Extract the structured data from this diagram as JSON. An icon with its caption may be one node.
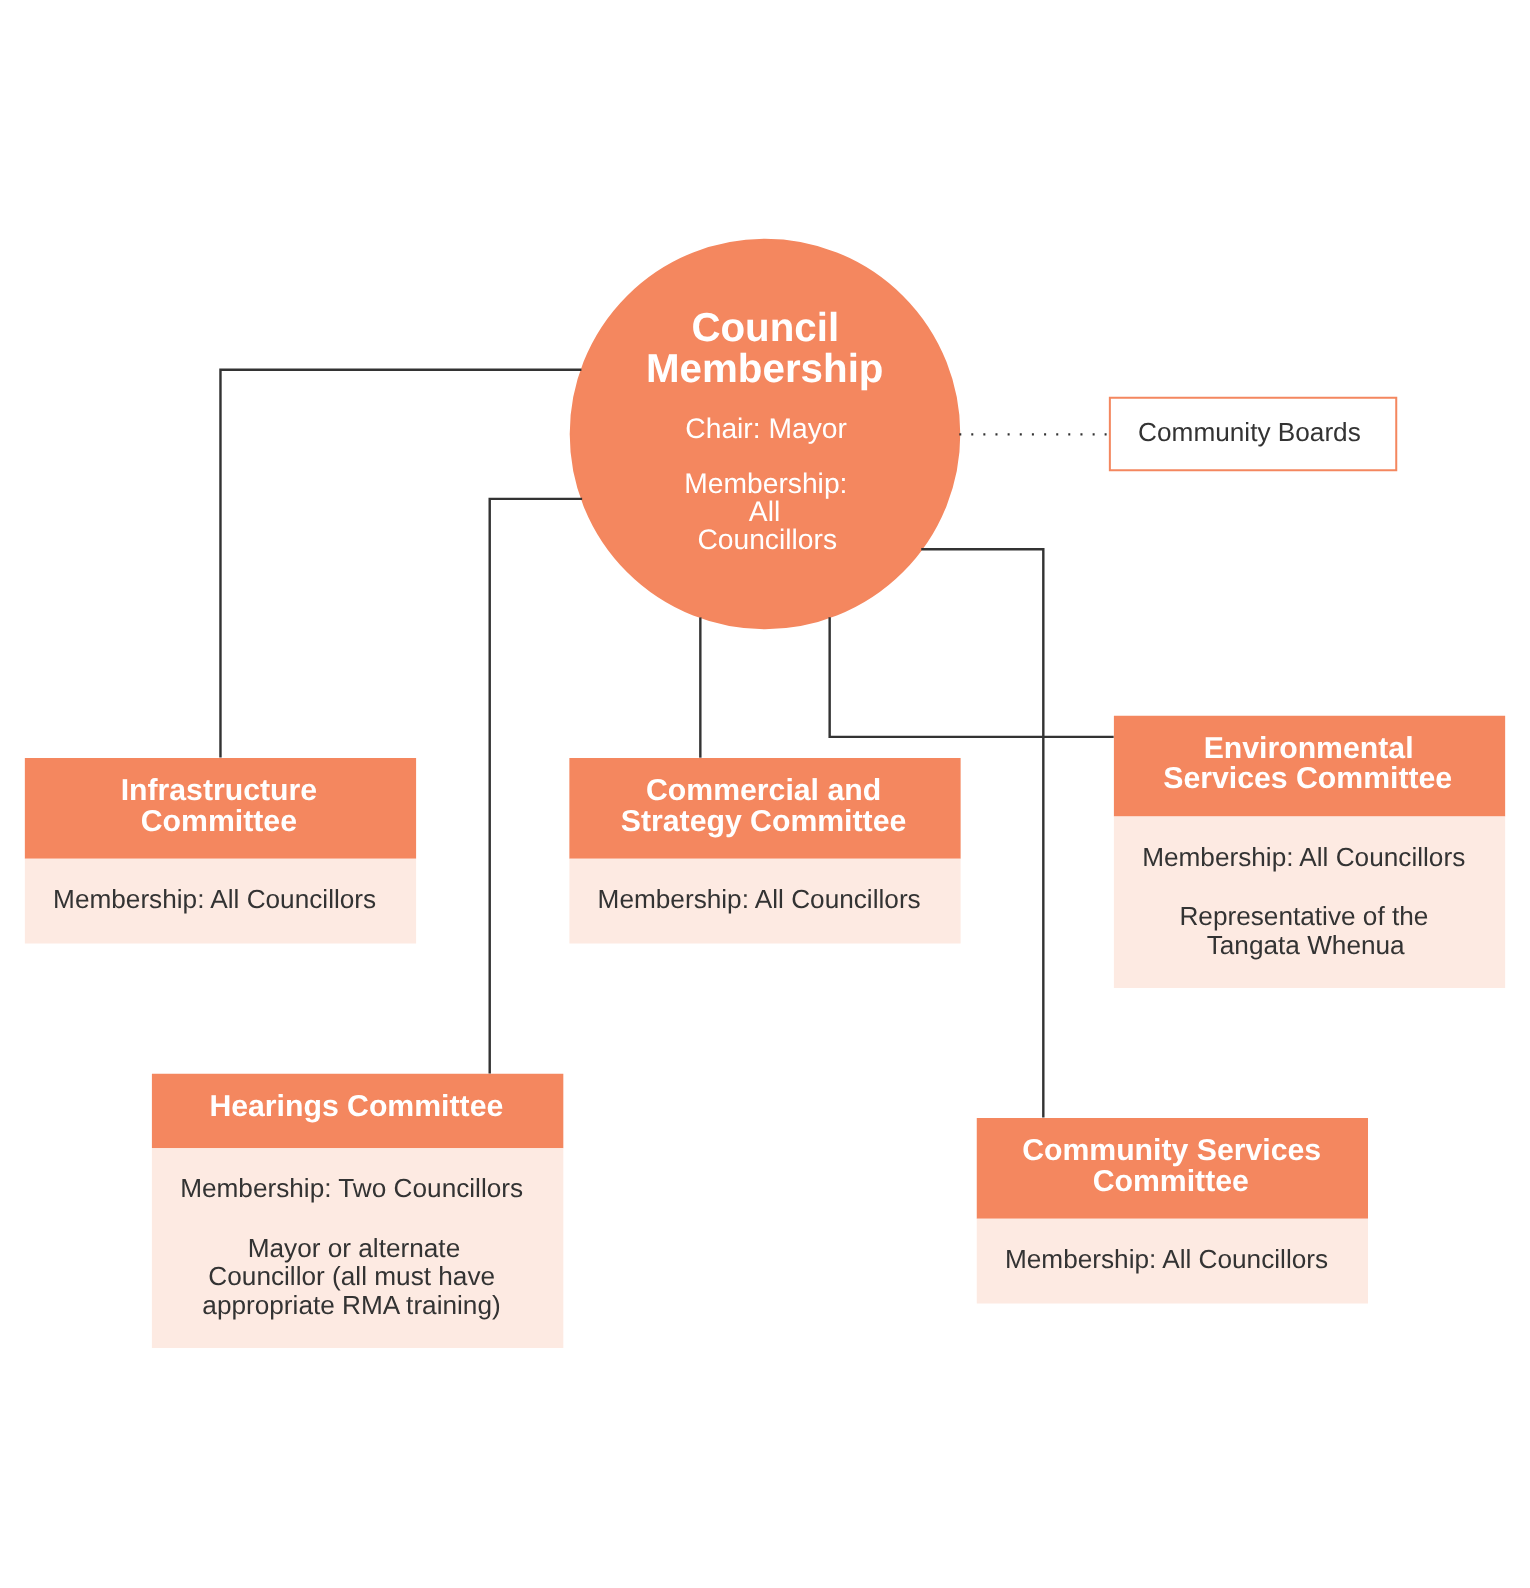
{
  "diagram": {
    "nodes": [
      {
        "text": [
          "Council Membership",
          "Chair: Mayor",
          "Membership: All Councillors"
        ]
      },
      {
        "text": [
          "Community Boards"
        ]
      },
      {
        "text": [
          "Infrastructure Committee",
          "Membership: All Councillors"
        ]
      },
      {
        "text": [
          "Environmental Services Committee",
          "Membership: All Councillors",
          "Representative of the Tangata Whenua"
        ]
      },
      {
        "text": [
          "Commercial and Strategy Committee",
          "Membership: All Councillors"
        ]
      },
      {
        "text": [
          "Hearings Committee",
          "Membership: Two Councillors",
          "Mayor or alternate Councillor (all must have appropriate RMA training)"
        ]
      },
      {
        "text": [
          "Community Services Committee",
          "Membership: All Councillors"
        ]
      }
    ],
    "edges": [
      {
        "from": 0,
        "to": 1,
        "arrow": "none",
        "style": "dashed"
      },
      {
        "from": 0,
        "to": 2,
        "arrow": "none"
      },
      {
        "from": 0,
        "to": 3,
        "arrow": "none"
      },
      {
        "from": 0,
        "to": 4,
        "arrow": "none"
      },
      {
        "from": 0,
        "to": 5,
        "arrow": "none"
      },
      {
        "from": 0,
        "to": 6,
        "arrow": "none"
      }
    ]
  }
}
